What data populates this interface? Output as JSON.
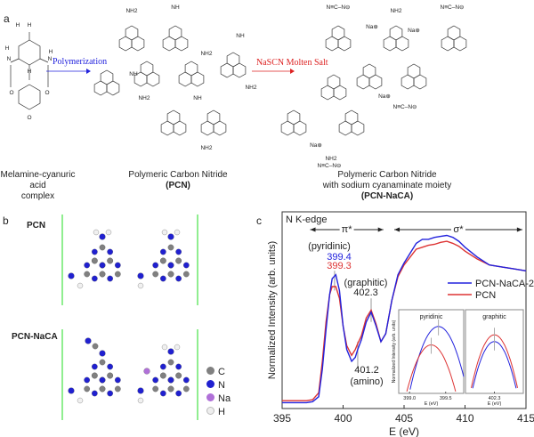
{
  "panel_a": {
    "letter": "a",
    "arrow1_label": "Polymerization",
    "arrow2_label": "NaSCN Molten Salt",
    "caption1": [
      "Melamine-cyanuric acid",
      "complex"
    ],
    "caption2": [
      "Polymeric Carbon Nitride",
      "(PCN)"
    ],
    "caption3": [
      "Polymeric Carbon Nitride",
      "with sodium cyanaminate moiety",
      "(PCN-NaCA)"
    ],
    "atom_labels": {
      "amine": "NH2",
      "imine": "NH",
      "sodium": "Na⊕",
      "cyanamide": "N≡C–N⊖",
      "o": "O",
      "h": "H",
      "n": "N",
      "hn": "HN"
    },
    "colors": {
      "arrow1": "#2222dd",
      "arrow2": "#dd2222"
    }
  },
  "panel_b": {
    "letter": "b",
    "model1_label": "PCN",
    "model2_label": "PCN-NaCA",
    "legend": [
      {
        "label": "C",
        "color": "#808080"
      },
      {
        "label": "N",
        "color": "#2020d0"
      },
      {
        "label": "Na",
        "color": "#b070d8"
      },
      {
        "label": "H",
        "color": "#f0f0f0"
      }
    ]
  },
  "panel_c": {
    "letter": "c",
    "chart_data": {
      "type": "line",
      "title": "N K-edge",
      "xlabel": "E (eV)",
      "ylabel": "Normalized Intensity (arb. units)",
      "xlim": [
        395,
        415
      ],
      "ylim": [
        0,
        1
      ],
      "xticks": [
        395,
        400,
        405,
        410,
        415
      ],
      "legend_position": "right",
      "x": [
        395,
        396,
        397,
        397.5,
        398,
        398.3,
        398.6,
        398.9,
        399.1,
        399.4,
        399.7,
        400,
        400.3,
        400.7,
        401,
        401.2,
        401.5,
        401.9,
        402.3,
        402.7,
        403.1,
        403.5,
        404,
        404.5,
        405,
        405.5,
        406,
        406.5,
        407,
        407.5,
        408,
        408.5,
        409,
        409.5,
        410,
        411,
        412,
        413,
        414,
        415
      ],
      "series": [
        {
          "name": "PCN-NaCA-2",
          "color": "#2222dd",
          "values": [
            0.03,
            0.03,
            0.03,
            0.035,
            0.06,
            0.2,
            0.4,
            0.58,
            0.66,
            0.68,
            0.6,
            0.42,
            0.3,
            0.24,
            0.26,
            0.3,
            0.35,
            0.44,
            0.49,
            0.42,
            0.34,
            0.38,
            0.55,
            0.68,
            0.74,
            0.79,
            0.84,
            0.86,
            0.86,
            0.87,
            0.875,
            0.88,
            0.87,
            0.85,
            0.82,
            0.77,
            0.73,
            0.72,
            0.71,
            0.7
          ]
        },
        {
          "name": "PCN",
          "color": "#dd3333",
          "values": [
            0.04,
            0.04,
            0.04,
            0.045,
            0.08,
            0.24,
            0.44,
            0.58,
            0.62,
            0.62,
            0.56,
            0.42,
            0.32,
            0.27,
            0.3,
            0.33,
            0.37,
            0.46,
            0.5,
            0.43,
            0.34,
            0.38,
            0.55,
            0.67,
            0.73,
            0.77,
            0.81,
            0.82,
            0.83,
            0.835,
            0.845,
            0.85,
            0.84,
            0.825,
            0.8,
            0.76,
            0.73,
            0.72,
            0.71,
            0.7
          ]
        }
      ],
      "regions": [
        {
          "label": "π*",
          "range": [
            397.3,
            403.3
          ]
        },
        {
          "label": "σ*",
          "range": [
            404.2,
            414.7
          ]
        }
      ],
      "annotations": [
        {
          "text": "(pyridinic)",
          "color": "#222222"
        },
        {
          "text": "399.4",
          "color": "#2222dd"
        },
        {
          "text": "399.3",
          "color": "#dd3333"
        },
        {
          "text": "(graphitic)",
          "color": "#222222"
        },
        {
          "text": "402.3",
          "color": "#222222"
        },
        {
          "text": "401.2",
          "color": "#222222"
        },
        {
          "text": "(amino)",
          "color": "#222222"
        }
      ],
      "insets": [
        {
          "title": "pyridinic",
          "xlim": [
            398.85,
            399.75
          ],
          "xticks": [
            399.0,
            399.5
          ],
          "xticklabels": [
            "399.0",
            "399.5"
          ],
          "xlabel": "E (eV)",
          "ylabel": "Normalized Intensity (arb. units)",
          "peaks": [
            {
              "series": "PCN-NaCA-2",
              "x": 399.4,
              "height": 0.8
            },
            {
              "series": "PCN",
              "x": 399.3,
              "height": 0.58
            }
          ]
        },
        {
          "title": "graphitic",
          "xlim": [
            401.95,
            402.65
          ],
          "xticks": [
            402.3
          ],
          "xticklabels": [
            "402.3"
          ],
          "xlabel": "E (eV)",
          "peaks": [
            {
              "series": "PCN-NaCA-2",
              "x": 402.3,
              "height": 0.62
            },
            {
              "series": "PCN",
              "x": 402.3,
              "height": 0.7
            }
          ]
        }
      ]
    }
  }
}
